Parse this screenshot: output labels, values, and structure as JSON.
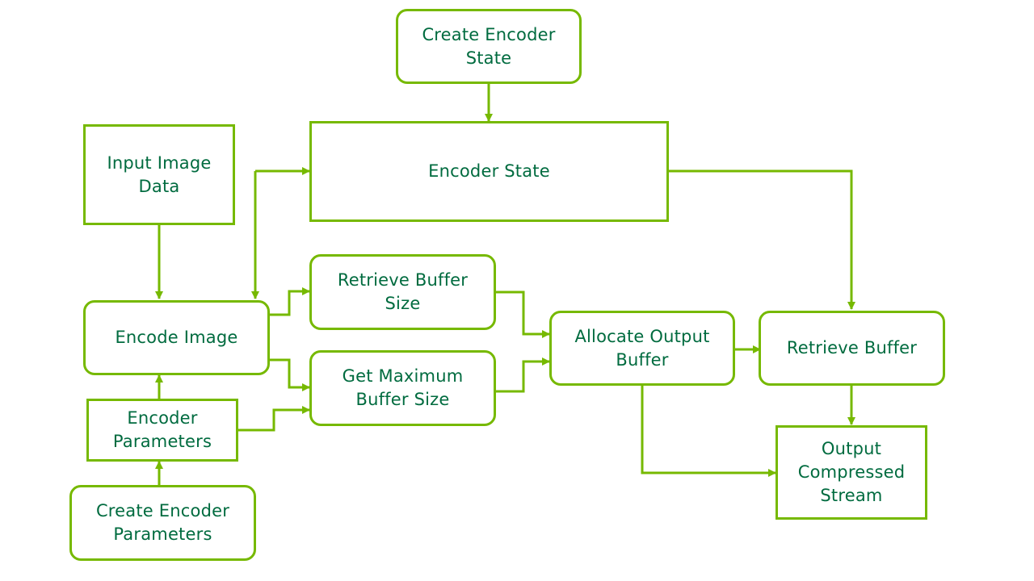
{
  "colors": {
    "stroke": "#76b900",
    "text": "#006b3f",
    "background": "#ffffff"
  },
  "nodes": {
    "create_encoder_state": "Create Encoder\nState",
    "encoder_state": "Encoder State",
    "input_image_data": "Input Image\nData",
    "encode_image": "Encode Image",
    "retrieve_buffer_size": "Retrieve Buffer\nSize",
    "get_maximum_buffer_size": "Get Maximum\nBuffer Size",
    "allocate_output_buffer": "Allocate Output\nBuffer",
    "retrieve_buffer": "Retrieve Buffer",
    "encoder_parameters": "Encoder\nParameters",
    "create_encoder_parameters": "Create Encoder\nParameters",
    "output_compressed_stream": "Output\nCompressed\nStream"
  }
}
